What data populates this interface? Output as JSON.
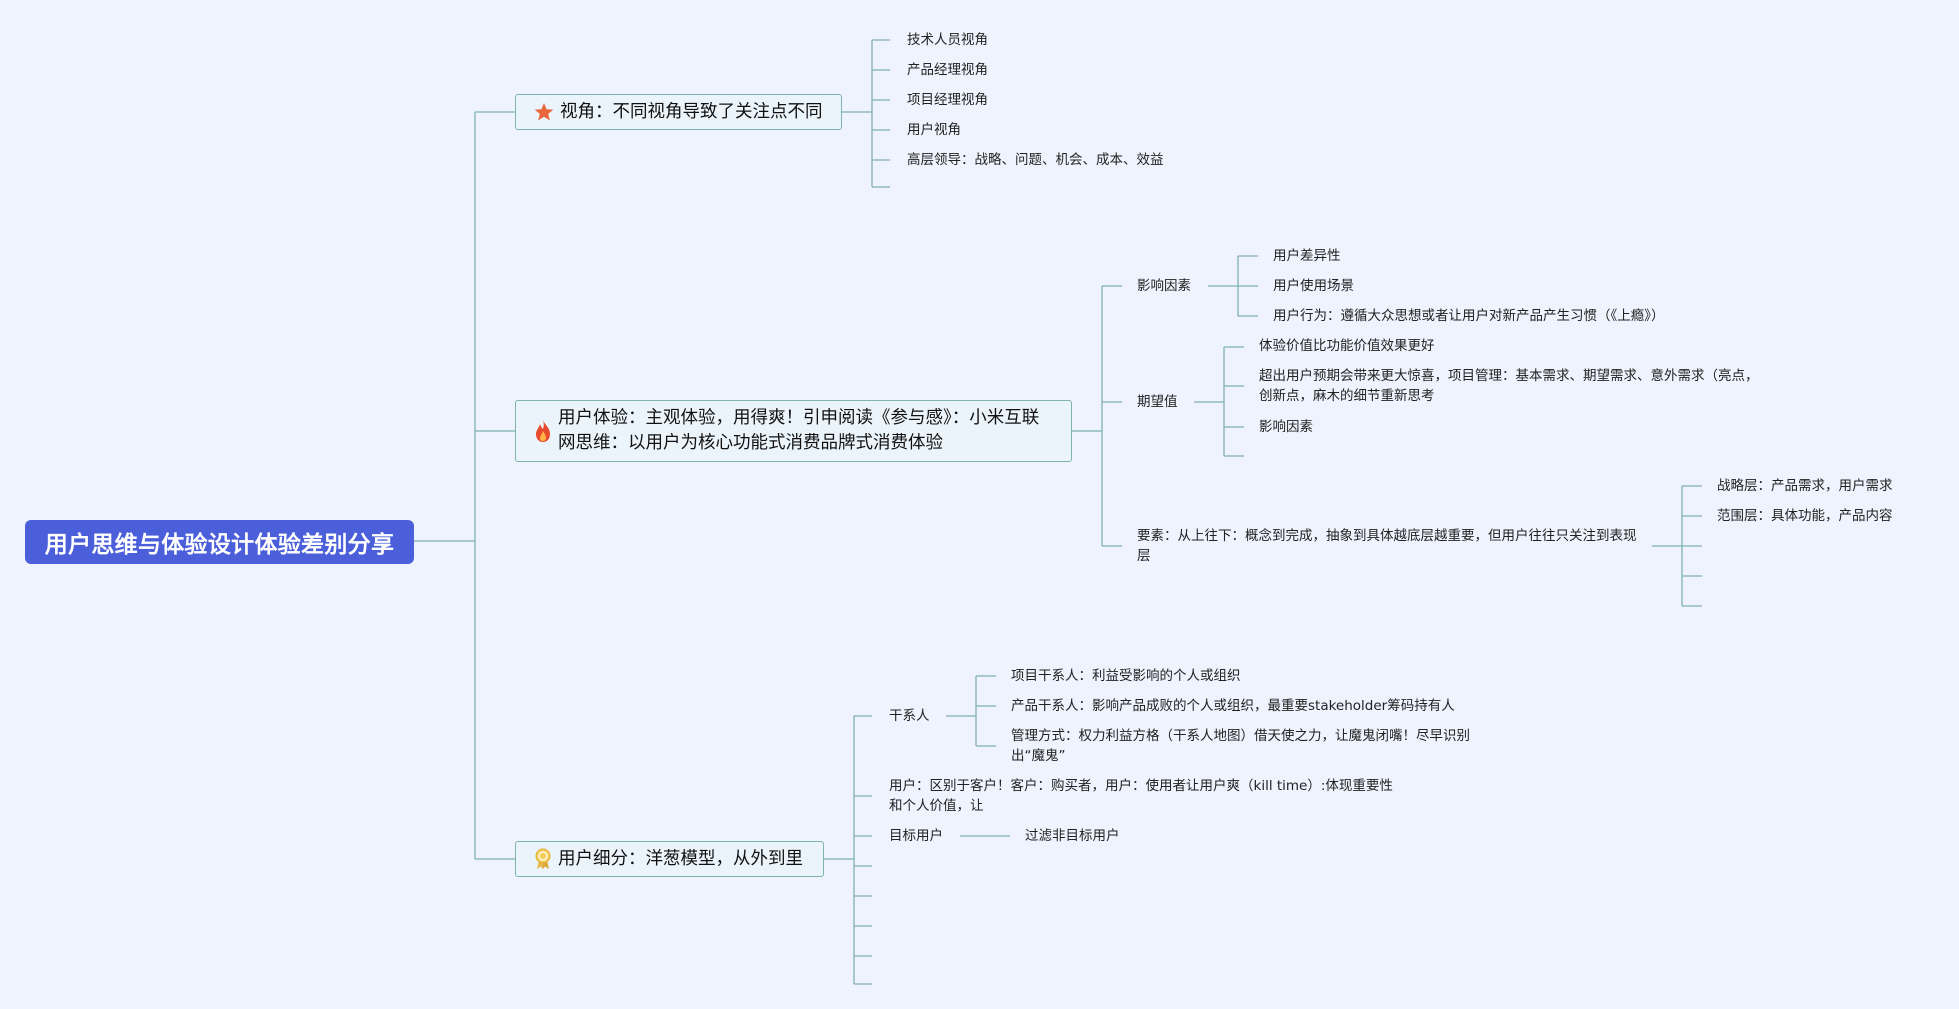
{
  "map": {
    "root": "用户思维与体验设计体验差别分享",
    "branch1": {
      "label": "视角：不同视角导致了关注点不同",
      "icon": "star-icon",
      "children": [
        "技术人员视角",
        "产品经理视角",
        "项目经理视角",
        "用户视角",
        "高层领导：战略、问题、机会、成本、效益"
      ]
    },
    "branch2": {
      "label": "用户体验：主观体验，用得爽！引申阅读《参与感》：小米互联网思维：以用户为核心功能式消费品牌式消费体验",
      "icon": "fire-icon",
      "factors": {
        "label": "影响因素",
        "children": [
          "用户差异性",
          "用户使用场景",
          "用户行为：遵循大众思想或者让用户对新产品产生习惯（《上瘾》）"
        ]
      },
      "expectation": {
        "label": "期望值",
        "children": [
          "体验价值比功能价值效果更好",
          "超出用户预期会带来更大惊喜，项目管理：基本需求、期望需求、意外需求（亮点，创新点，麻木的细节重新思考",
          "影响因素"
        ]
      },
      "elements": {
        "label": "要素：从上往下：概念到完成，抽象到具体越底层越重要，但用户往往只关注到表现层",
        "children": [
          "战略层：产品需求，用户需求",
          "范围层：具体功能，产品内容"
        ]
      }
    },
    "branch3": {
      "label": "用户细分：洋葱模型，从外到里",
      "icon": "award-icon",
      "stakeholders": {
        "label": "干系人",
        "children": [
          "项目干系人：利益受影响的个人或组织",
          "产品干系人：影响产品成败的个人或组织，最重要stakeholder筹码持有人",
          "管理方式：权力利益方格（干系人地图）借天使之力，让魔鬼闭嘴！尽早识别出“魔鬼”"
        ]
      },
      "user_note": "用户：区别于客户！客户：购买者，用户：使用者让用户爽（kill time）:体现重要性和个人价值，让",
      "target": {
        "label": "目标用户",
        "child": "过滤非目标用户"
      }
    },
    "colors": {
      "background": "#eef3fd",
      "root_fill": "#4a5fd9",
      "branch_fill": "#ecf4fb",
      "connector": "#7fb3ad"
    }
  }
}
